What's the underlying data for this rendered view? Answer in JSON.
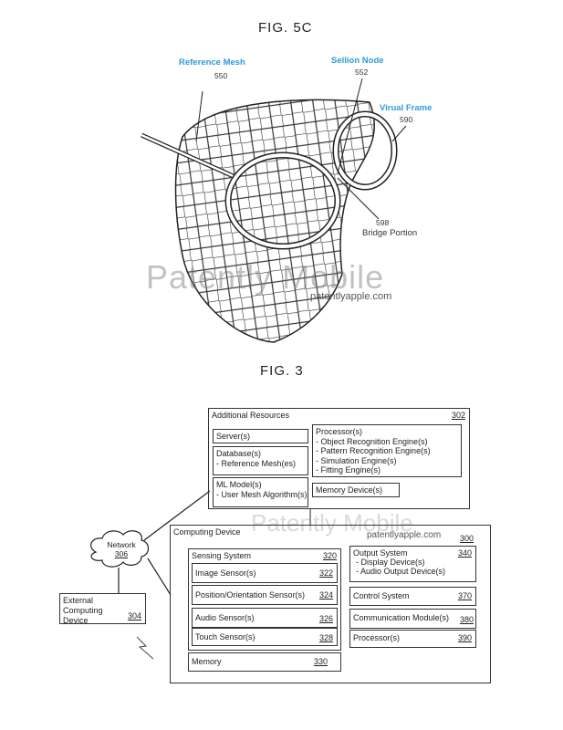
{
  "fig5c": {
    "title": "FIG. 5C",
    "labels": {
      "reference_mesh": "Reference Mesh",
      "reference_mesh_num": "550",
      "sellion_node": "Sellion Node",
      "sellion_node_num": "552",
      "virtual_frame": "Virual Frame",
      "virtual_frame_num": "590",
      "bridge_num": "598",
      "bridge": "Bridge Portion"
    }
  },
  "watermark": {
    "brand": "Patently Mobile",
    "url": "patentlyapple.com"
  },
  "fig3": {
    "title": "FIG. 3",
    "additional_resources": {
      "label": "Additional Resources",
      "num": "302",
      "servers": "Server(s)",
      "databases": "Database(s)",
      "databases_sub": "- Reference Mesh(es)",
      "ml": "ML Model(s)",
      "ml_sub": "- User Mesh Algorithm(s)",
      "processors": "Processor(s)",
      "processor_items": [
        "- Object Recognition Engine(s)",
        "- Pattern Recognition Engine(s)",
        "- Simulation Engine(s)",
        "- Fitting Engine(s)"
      ],
      "memory": "Memory Device(s)"
    },
    "network": {
      "label": "Network",
      "num": "306"
    },
    "external": {
      "label": "External Computing Device",
      "num": "304"
    },
    "computing_device": {
      "label": "Computing Device",
      "num": "300",
      "sensing": {
        "label": "Sensing System",
        "num": "320",
        "items": [
          {
            "label": "Image Sensor(s)",
            "num": "322"
          },
          {
            "label": "Position/Orientation Sensor(s)",
            "num": "324"
          },
          {
            "label": "Audio Sensor(s)",
            "num": "326"
          },
          {
            "label": "Touch Sensor(s)",
            "num": "328"
          }
        ]
      },
      "memory": {
        "label": "Memory",
        "num": "330"
      },
      "output": {
        "label": "Output System",
        "num": "340",
        "items": [
          "- Display Device(s)",
          "- Audio Output Device(s)"
        ]
      },
      "control": {
        "label": "Control System",
        "num": "370"
      },
      "comm": {
        "label": "Communication Module(s)",
        "num": "380"
      },
      "processor": {
        "label": "Processor(s)",
        "num": "390"
      }
    }
  }
}
